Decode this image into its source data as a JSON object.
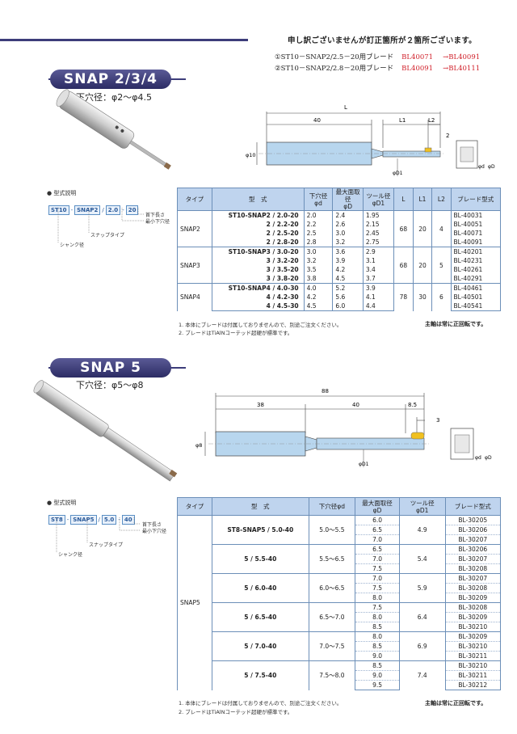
{
  "notice": {
    "title": "申し訳ございませんが訂正箇所が２箇所ございます。",
    "corrections": [
      {
        "label": "①ST10－SNAP2/2.5－20用ブレード",
        "old": "BL40071",
        "new": "→BL40091"
      },
      {
        "label": "②ST10－SNAP2/2.8－20用ブレード",
        "old": "BL40091",
        "new": "→BL40111"
      }
    ]
  },
  "snap234": {
    "title": "SNAP 2/3/4",
    "subtitle": "下穴径：φ2～φ4.5",
    "code_heading": "● 型式説明",
    "code_parts": [
      "ST10",
      "SNAP2",
      "2.0",
      "20"
    ],
    "code_labels": {
      "a": "首下長さ",
      "b": "最小下穴径",
      "c": "スナップタイプ",
      "d": "シャンク径"
    },
    "dims": {
      "L": "L",
      "d40": "40",
      "L1": "L1",
      "L2": "L2",
      "d2": "2",
      "phi10": "φ10",
      "phiD1": "φD1",
      "phid": "φd",
      "phiD": "φD"
    },
    "headers": [
      "タイプ",
      "型　式",
      "下穴径\nφd",
      "最大面取径\nφD",
      "ツール径\nφD1",
      "L",
      "L1",
      "L2",
      "ブレード型式"
    ],
    "groups": [
      {
        "type": "SNAP2",
        "L": "68",
        "L1": "20",
        "L2": "4",
        "rows": [
          {
            "model": "ST10-SNAP2 / 2.0-20",
            "d": "2.0",
            "D": "2.4",
            "D1": "1.95",
            "blade": "BL-40031"
          },
          {
            "model": "2 / 2.2-20",
            "d": "2.2",
            "D": "2.6",
            "D1": "2.15",
            "blade": "BL-40051"
          },
          {
            "model": "2 / 2.5-20",
            "d": "2.5",
            "D": "3.0",
            "D1": "2.45",
            "blade": "BL-40071"
          },
          {
            "model": "2 / 2.8-20",
            "d": "2.8",
            "D": "3.2",
            "D1": "2.75",
            "blade": "BL-40091"
          }
        ]
      },
      {
        "type": "SNAP3",
        "L": "68",
        "L1": "20",
        "L2": "5",
        "rows": [
          {
            "model": "ST10-SNAP3 / 3.0-20",
            "d": "3.0",
            "D": "3.6",
            "D1": "2.9",
            "blade": "BL-40201"
          },
          {
            "model": "3 / 3.2-20",
            "d": "3.2",
            "D": "3.9",
            "D1": "3.1",
            "blade": "BL-40231"
          },
          {
            "model": "3 / 3.5-20",
            "d": "3.5",
            "D": "4.2",
            "D1": "3.4",
            "blade": "BL-40261"
          },
          {
            "model": "3 / 3.8-20",
            "d": "3.8",
            "D": "4.5",
            "D1": "3.7",
            "blade": "BL-40291"
          }
        ]
      },
      {
        "type": "SNAP4",
        "L": "78",
        "L1": "30",
        "L2": "6",
        "rows": [
          {
            "model": "ST10-SNAP4 / 4.0-30",
            "d": "4.0",
            "D": "5.2",
            "D1": "3.9",
            "blade": "BL-40461"
          },
          {
            "model": "4 / 4.2-30",
            "d": "4.2",
            "D": "5.6",
            "D1": "4.1",
            "blade": "BL-40501"
          },
          {
            "model": "4 / 4.5-30",
            "d": "4.5",
            "D": "6.0",
            "D1": "4.4",
            "blade": "BL-40541"
          }
        ]
      }
    ],
    "notes": [
      "1. 本体にブレードは付属しておりませんので、別途ご注文ください。",
      "2. ブレードはTiAlNコーテッド超硬が標準です。"
    ],
    "note_right": "主軸は常に正回転です。"
  },
  "snap5": {
    "title": "SNAP 5",
    "subtitle": "下穴径：φ5～φ8",
    "code_heading": "● 型式説明",
    "code_parts": [
      "ST8",
      "SNAP5",
      "5.0",
      "40"
    ],
    "code_labels": {
      "a": "首下長さ",
      "b": "最小下穴径",
      "c": "スナップタイプ",
      "d": "シャンク径"
    },
    "dims": {
      "d88": "88",
      "d38": "38",
      "d40": "40",
      "d85": "8.5",
      "d3": "3",
      "phi8": "φ8",
      "phiD1": "φD1",
      "phid": "φd",
      "phiD": "φD"
    },
    "headers": [
      "タイプ",
      "型　式",
      "下穴径φd",
      "最大面取径\nφD",
      "ツール径\nφD1",
      "ブレード型式"
    ],
    "type": "SNAP5",
    "groups": [
      {
        "model": "ST8-SNAP5 / 5.0-40",
        "d": "5.0～5.5",
        "D1": "4.9",
        "rows": [
          {
            "D": "6.0",
            "blade": "BL-30205"
          },
          {
            "D": "6.5",
            "blade": "BL-30206"
          },
          {
            "D": "7.0",
            "blade": "BL-30207"
          }
        ]
      },
      {
        "model": "5 / 5.5-40",
        "d": "5.5～6.5",
        "D1": "5.4",
        "rows": [
          {
            "D": "6.5",
            "blade": "BL-30206"
          },
          {
            "D": "7.0",
            "blade": "BL-30207"
          },
          {
            "D": "7.5",
            "blade": "BL-30208"
          }
        ]
      },
      {
        "model": "5 / 6.0-40",
        "d": "6.0～6.5",
        "D1": "5.9",
        "rows": [
          {
            "D": "7.0",
            "blade": "BL-30207"
          },
          {
            "D": "7.5",
            "blade": "BL-30208"
          },
          {
            "D": "8.0",
            "blade": "BL-30209"
          }
        ]
      },
      {
        "model": "5 / 6.5-40",
        "d": "6.5～7.0",
        "D1": "6.4",
        "rows": [
          {
            "D": "7.5",
            "blade": "BL-30208"
          },
          {
            "D": "8.0",
            "blade": "BL-30209"
          },
          {
            "D": "8.5",
            "blade": "BL-30210"
          }
        ]
      },
      {
        "model": "5 / 7.0-40",
        "d": "7.0～7.5",
        "D1": "6.9",
        "rows": [
          {
            "D": "8.0",
            "blade": "BL-30209"
          },
          {
            "D": "8.5",
            "blade": "BL-30210"
          },
          {
            "D": "9.0",
            "blade": "BL-30211"
          }
        ]
      },
      {
        "model": "5 / 7.5-40",
        "d": "7.5～8.0",
        "D1": "7.4",
        "rows": [
          {
            "D": "8.5",
            "blade": "BL-30210"
          },
          {
            "D": "9.0",
            "blade": "BL-30211"
          },
          {
            "D": "9.5",
            "blade": "BL-30212"
          }
        ]
      }
    ],
    "notes": [
      "1. 本体にブレードは付属しておりませんので、別途ご注文ください。",
      "2. ブレードはTiAlNコーテッド超硬が標準です。"
    ],
    "note_right": "主軸は常に正回転です。"
  }
}
